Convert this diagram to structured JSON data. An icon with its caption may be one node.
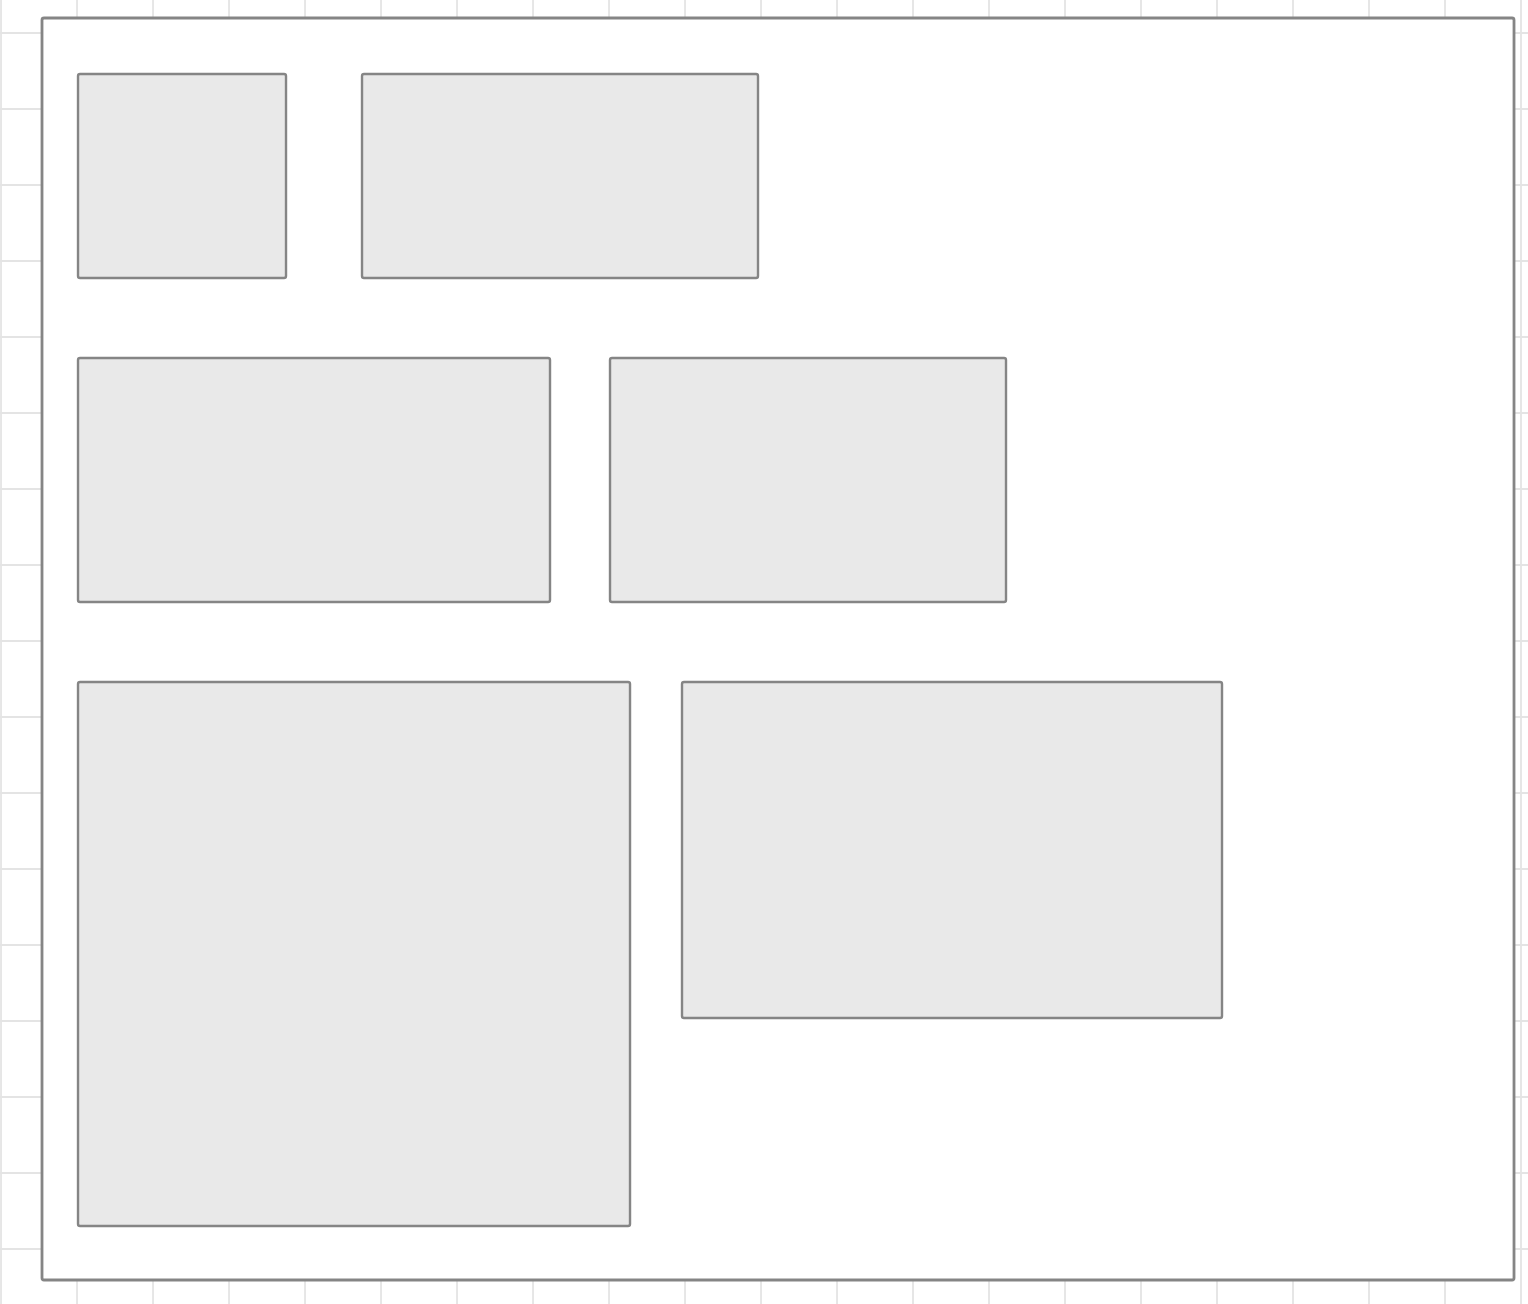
{
  "diagram": {
    "nodes": [
      {
        "text": [],
        "shape": "box"
      },
      {
        "text": [],
        "shape": "box",
        "in": 0
      },
      {
        "text": [],
        "shape": "box",
        "in": 0
      },
      {
        "text": [],
        "shape": "box",
        "in": 0
      },
      {
        "text": [],
        "shape": "box",
        "in": 0
      },
      {
        "text": [],
        "shape": "box",
        "in": 0
      },
      {
        "text": [],
        "shape": "box",
        "in": 0
      }
    ]
  }
}
